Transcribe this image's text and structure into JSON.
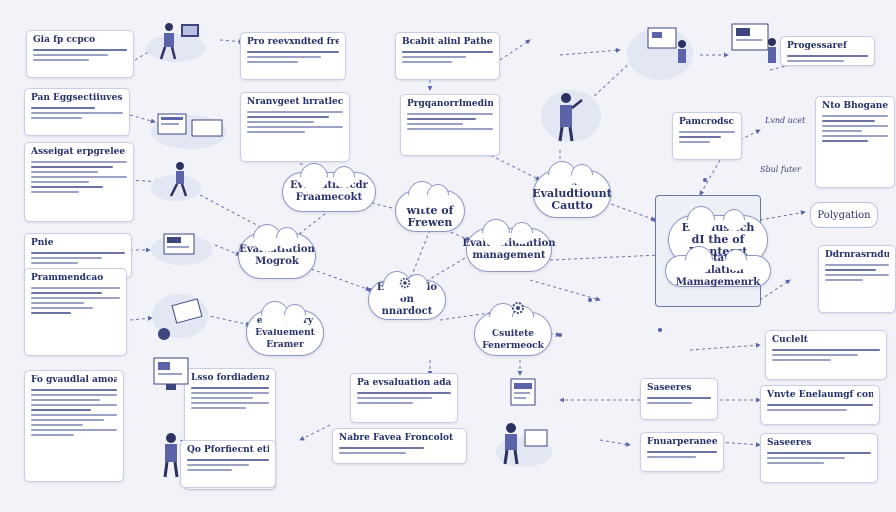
{
  "colors": {
    "background": "#f2f3f8",
    "ink": "#2b3160",
    "accent": "#5b64a8",
    "card_border": "#c9cee3"
  },
  "cards": [
    {
      "id": "c1",
      "title": "Gia fp ccpco"
    },
    {
      "id": "c2",
      "title": "Pan Eggsectiiuves"
    },
    {
      "id": "c3",
      "title": "Asseigat erpgrelee pcagls"
    },
    {
      "id": "c4",
      "title": "Pnie"
    },
    {
      "id": "c5",
      "title": "Prammendcao"
    },
    {
      "id": "c6",
      "title": "Fo gvaudlal amoatle"
    },
    {
      "id": "c7",
      "title": "Pro reevxndted fremmeoch"
    },
    {
      "id": "c8",
      "title": "Nranvgeet hrratlecme"
    },
    {
      "id": "c9",
      "title": "Bcabit alinl Pathet"
    },
    {
      "id": "c10",
      "title": "Prgqanorrlmedin ha prolect"
    },
    {
      "id": "c11",
      "title": "Progessaref"
    },
    {
      "id": "c12",
      "title": "Nto Bhoganeamelnt"
    },
    {
      "id": "c13",
      "title": "Pamcrodsc"
    },
    {
      "id": "c14",
      "title": "Cuclelt"
    },
    {
      "id": "c15",
      "title": "Vnvte Enelaumgf conlact"
    },
    {
      "id": "c16",
      "title": "Fnuarperaneer"
    },
    {
      "id": "c17",
      "title": "Ddrnrasrndual Dssasonmert"
    },
    {
      "id": "c18",
      "title": "Saseeres"
    },
    {
      "id": "c19",
      "title": "Pa evsaluation adarvetfork"
    },
    {
      "id": "c20",
      "title": "Nabre Favea Froncolot"
    },
    {
      "id": "c21",
      "title": "Lsso fordiadenz"
    },
    {
      "id": "c22",
      "title": "Qo Pforfiecnt etimaeenvte"
    }
  ],
  "clouds": {
    "evaluation_framework": "Evaluatniecdr Fraamecokt",
    "the_framework": "the witte of Frewen",
    "evaluation_cauto": "Dtte Evaludtiount Cautto",
    "evaluation_mogrok": "Evaluatiution Mogrok",
    "evaluation_management": "Evalualtiuantion management",
    "evaluation_nnardoct": "Evaluaitiio on nnardoct",
    "evaluatiory_framer": "evaluatiory Evaluement Eramer",
    "doie_framework": "Deda Ev Csuitete Fenermeock"
  },
  "central_box": {
    "line1": "Evablusttch dI the of Frontecst",
    "line2": "Evaltating evalation Mamagemenrk"
  },
  "polygation_label": "Polygation",
  "side_labels": [
    "Lvnd ucet",
    "Sbul futer"
  ]
}
